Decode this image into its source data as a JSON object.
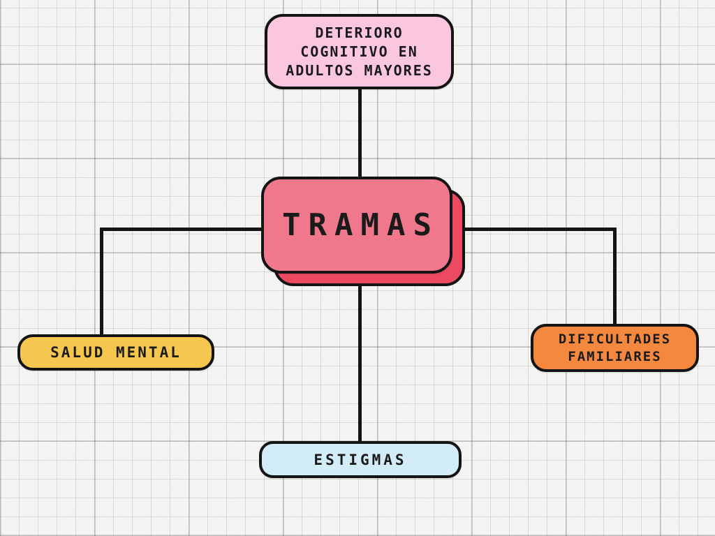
{
  "canvas": {
    "background_color": "#f6f6f4",
    "grid_minor_color": "#d9d9d7",
    "grid_major_color": "#b3b3b1",
    "line_color": "#141414",
    "border_color": "#141414",
    "text_color": "#1b1b1b"
  },
  "nodes": {
    "deterioro": {
      "lines": [
        "DETERIORO",
        "COGNITIVO EN",
        "ADULTOS MAYORES"
      ],
      "color": "#FBC7DF"
    },
    "tramas": {
      "label": "TRAMAS",
      "color": "#F0788C",
      "shadow_color": "#EB4A61"
    },
    "salud": {
      "label": "SALUD MENTAL",
      "color": "#F6C74F"
    },
    "dificultades": {
      "lines": [
        "DIFICULTADES",
        "FAMILIARES"
      ],
      "color": "#F5883F"
    },
    "estigmas": {
      "label": "ESTIGMAS",
      "color": "#D2ECF8"
    }
  }
}
